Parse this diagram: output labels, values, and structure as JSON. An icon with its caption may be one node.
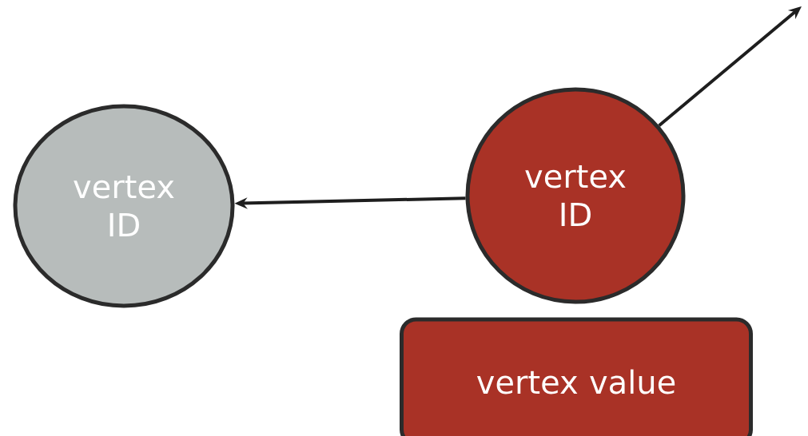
{
  "diagram": {
    "nodes": [
      {
        "text": [
          "vertex ID"
        ]
      },
      {
        "text": [
          "vertex ID"
        ]
      },
      {
        "text": [
          "vertex value"
        ]
      }
    ],
    "edges": [
      {
        "from": 1,
        "to": 0,
        "arrow": "to"
      },
      {
        "from": 1,
        "to": null,
        "arrow": "to"
      }
    ]
  }
}
